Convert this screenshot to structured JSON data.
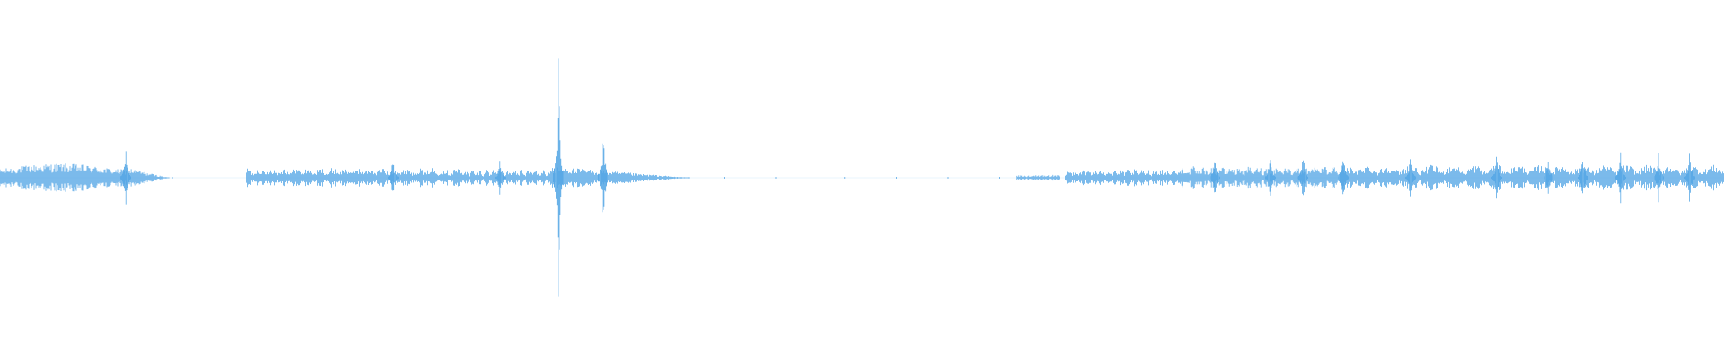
{
  "waveform": {
    "color": "#5aa9e6",
    "background": "#ffffff",
    "segments": [
      {
        "start": 0.0,
        "end": 0.074,
        "amp": 0.1,
        "shape": "envelope"
      },
      {
        "start": 0.074,
        "end": 0.098,
        "amp": 0.07,
        "shape": "decay"
      },
      {
        "start": 0.143,
        "end": 0.268,
        "amp": 0.07,
        "shape": "dense"
      },
      {
        "start": 0.268,
        "end": 0.32,
        "amp": 0.06,
        "shape": "sparse"
      },
      {
        "start": 0.32,
        "end": 0.4,
        "amp": 0.08,
        "shape": "decay"
      },
      {
        "start": 0.59,
        "end": 0.615,
        "amp": 0.02,
        "shape": "dense"
      },
      {
        "start": 0.618,
        "end": 0.685,
        "amp": 0.06,
        "shape": "dense"
      },
      {
        "start": 0.685,
        "end": 0.78,
        "amp": 0.08,
        "shape": "dense"
      },
      {
        "start": 0.78,
        "end": 1.0,
        "amp": 0.09,
        "shape": "dense"
      }
    ],
    "spikes": [
      {
        "pos": 0.073,
        "amp": 0.23
      },
      {
        "pos": 0.228,
        "amp": 0.14
      },
      {
        "pos": 0.29,
        "amp": 0.13
      },
      {
        "pos": 0.324,
        "amp": 0.83
      },
      {
        "pos": 0.35,
        "amp": 0.38
      },
      {
        "pos": 0.705,
        "amp": 0.17
      },
      {
        "pos": 0.737,
        "amp": 0.17
      },
      {
        "pos": 0.756,
        "amp": 0.18
      },
      {
        "pos": 0.779,
        "amp": 0.2
      },
      {
        "pos": 0.818,
        "amp": 0.16
      },
      {
        "pos": 0.868,
        "amp": 0.17
      },
      {
        "pos": 0.898,
        "amp": 0.17
      },
      {
        "pos": 0.918,
        "amp": 0.17
      },
      {
        "pos": 0.94,
        "amp": 0.18
      },
      {
        "pos": 0.962,
        "amp": 0.19
      },
      {
        "pos": 0.98,
        "amp": 0.18
      }
    ],
    "silence_dots": [
      0.1,
      0.13,
      0.42,
      0.45,
      0.49,
      0.52,
      0.55,
      0.58
    ]
  }
}
